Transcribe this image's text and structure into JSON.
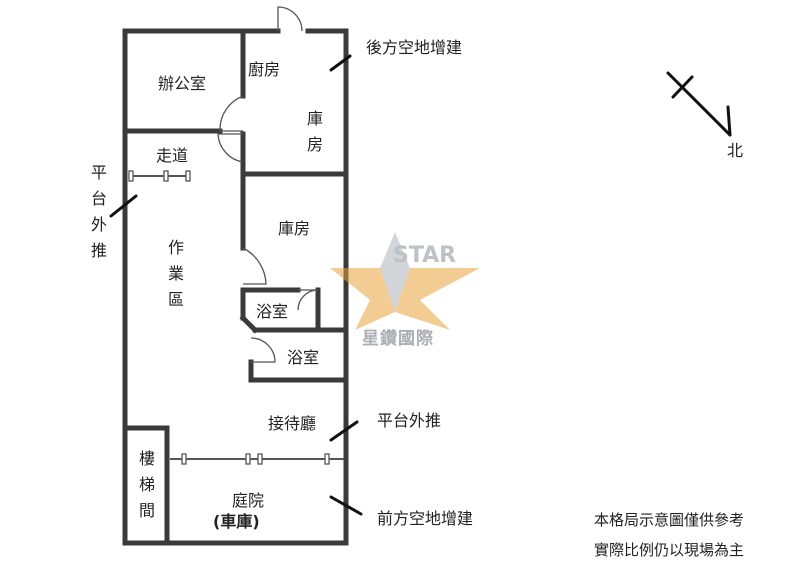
{
  "rooms": {
    "office": "辦公室",
    "kitchen": "廚房",
    "storage_top": "庫房",
    "corridor": "走道",
    "work_area": "作業區",
    "storage_mid": "庫房",
    "bath1": "浴室",
    "bath2": "浴室",
    "reception": "接待廳",
    "stairs": "樓梯間",
    "courtyard_line1": "庭院",
    "courtyard_line2": "(車庫)"
  },
  "annotations": {
    "rear_extension": "後方空地增建",
    "platform_left": "平台外推",
    "platform_right": "平台外推",
    "front_extension": "前方空地增建"
  },
  "compass": {
    "north_label": "北"
  },
  "disclaimer": {
    "line1": "本格局示意圖僅供參考",
    "line2": "實際比例仍以現場為主"
  },
  "watermark": {
    "text": "星鑽國際",
    "logo_letters": "STAR"
  },
  "colors": {
    "wall": "#3a3a3a",
    "text": "#222222",
    "watermark": "#e8a33a"
  }
}
